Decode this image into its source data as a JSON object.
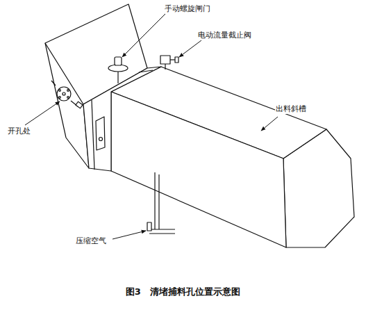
{
  "diagram": {
    "caption": "图3   清堵捕料孔位置示意图",
    "labels": [
      "手动螺旋闸门",
      "电动流量截止阀",
      "出料斜槽",
      "开孔处",
      "压缩空气"
    ]
  }
}
